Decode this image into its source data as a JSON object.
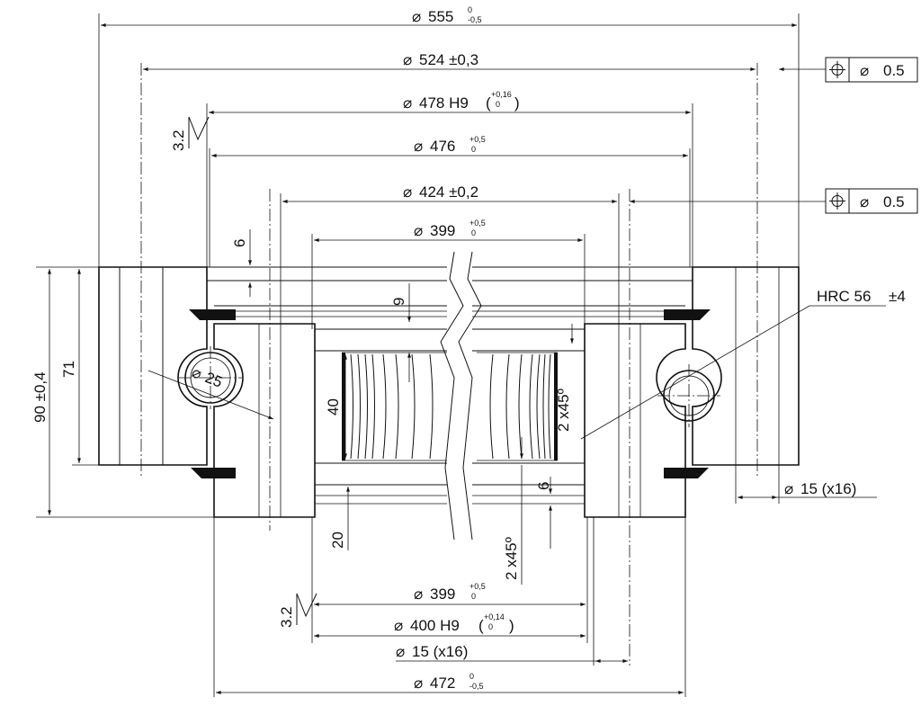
{
  "dimensions": {
    "d555": {
      "sym": "⌀",
      "val": "555",
      "up": "0",
      "lo": "-0,5"
    },
    "d524": {
      "sym": "⌀",
      "val": "524 ±0,3"
    },
    "d478": {
      "sym": "⌀",
      "val": "478 H9",
      "tol": "(+0,16 / 0)",
      "up": "+0,16",
      "lo": "0"
    },
    "d476": {
      "sym": "⌀",
      "val": "476",
      "up": "+0,5",
      "lo": "0"
    },
    "d424": {
      "sym": "⌀",
      "val": "424 ±0,2"
    },
    "d399_top": {
      "sym": "⌀",
      "val": "399",
      "up": "+0,5",
      "lo": "0"
    },
    "d399_bottom": {
      "sym": "⌀",
      "val": "399",
      "up": "+0,5",
      "lo": "0"
    },
    "d400": {
      "sym": "⌀",
      "val": "400 H9",
      "tol": "(+0,14 / 0)",
      "up": "+0,14",
      "lo": "0"
    },
    "d15_bottom": {
      "sym": "⌀",
      "val": "15 (x16)"
    },
    "d472": {
      "sym": "⌀",
      "val": "472",
      "up": "0",
      "lo": "-0,5"
    },
    "d15_right": {
      "sym": "⌀",
      "val": "15 (x16)"
    },
    "ball": {
      "sym": "⌀",
      "val": "25"
    },
    "h90": "90 ±0,4",
    "h71": "71",
    "t6_top": "6",
    "t9": "9",
    "t40": "40",
    "t20": "20",
    "t6_bottom": "6",
    "ch_right": "2 x45º",
    "ch_bottom": "2 x45º"
  },
  "roughness": {
    "top": "3.2",
    "bottom": "3.2"
  },
  "tolerance_frames": [
    {
      "symbol": "position-icon",
      "zone": "⌀",
      "value": "0.5"
    },
    {
      "symbol": "position-icon",
      "zone": "⌀",
      "value": "0.5"
    }
  ],
  "hardness": "HRC 56",
  "hardness_tol": "±4"
}
